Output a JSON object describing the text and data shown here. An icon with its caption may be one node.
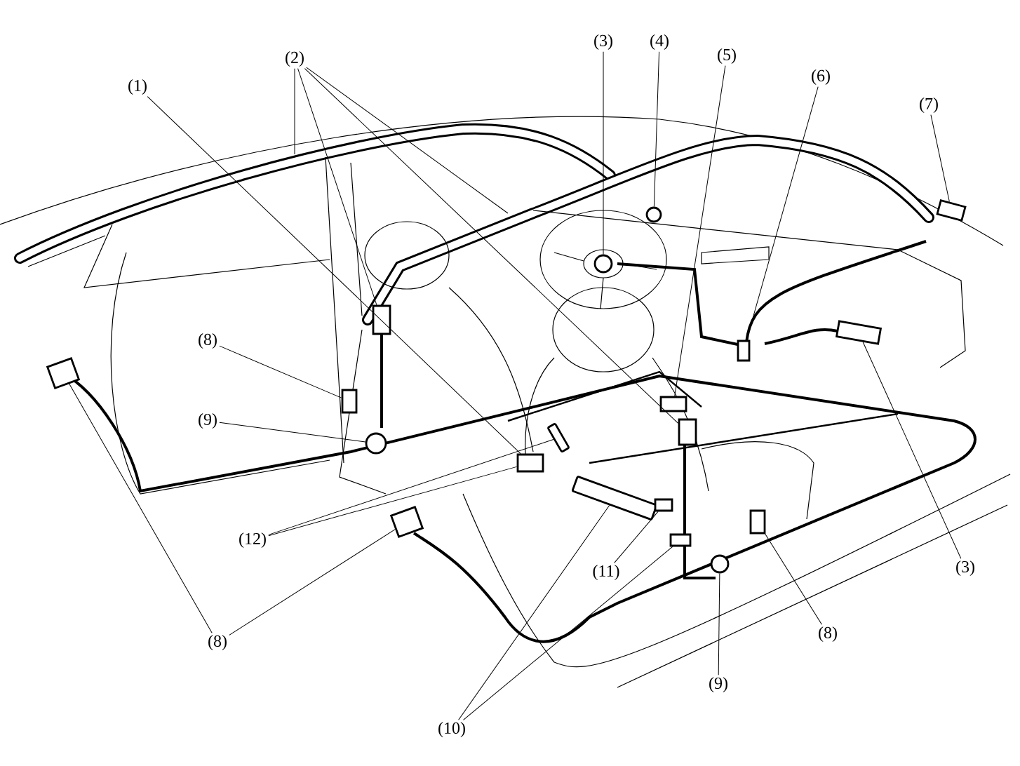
{
  "diagram": {
    "nodes": [
      {
        "text": [
          "(1)"
        ]
      },
      {
        "text": [
          "(2)"
        ]
      },
      {
        "text": [
          "(3)"
        ]
      },
      {
        "text": [
          "(4)"
        ]
      },
      {
        "text": [
          "(5)"
        ]
      },
      {
        "text": [
          "(6)"
        ]
      },
      {
        "text": [
          "(7)"
        ]
      },
      {
        "text": [
          "(8)"
        ]
      },
      {
        "text": [
          "(9)"
        ]
      },
      {
        "text": [
          "(12)"
        ]
      },
      {
        "text": [
          "(8)"
        ]
      },
      {
        "text": [
          "(11)"
        ]
      },
      {
        "text": [
          "(10)"
        ]
      },
      {
        "text": [
          "(9)"
        ]
      },
      {
        "text": [
          "(8)"
        ]
      },
      {
        "text": [
          "(3)"
        ]
      },
      {
        "text": [],
        "shape": "box"
      },
      {
        "text": [],
        "shape": "box"
      },
      {
        "text": [],
        "shape": "bar"
      },
      {
        "text": [],
        "shape": "circle"
      },
      {
        "text": [],
        "shape": "circle"
      },
      {
        "text": [],
        "shape": "box"
      },
      {
        "text": [],
        "shape": "box"
      },
      {
        "text": [],
        "shape": "box"
      },
      {
        "text": [],
        "shape": "box"
      },
      {
        "text": [],
        "shape": "box"
      },
      {
        "text": [],
        "shape": "box"
      },
      {
        "text": [],
        "shape": "circle"
      },
      {
        "text": [],
        "shape": "box"
      },
      {
        "text": [],
        "shape": "box"
      },
      {
        "text": [],
        "shape": "bar"
      },
      {
        "text": [],
        "shape": "box"
      },
      {
        "text": [],
        "shape": "box"
      },
      {
        "text": [],
        "shape": "circle"
      },
      {
        "text": [],
        "shape": "box"
      }
    ],
    "edges": [
      {
        "from": 0,
        "to": 17,
        "arrow": "none"
      },
      {
        "from": 1,
        "to": 16,
        "arrow": "none"
      },
      {
        "from": 1,
        "to": null,
        "arrow": "none"
      },
      {
        "from": 1,
        "to": null,
        "arrow": "none"
      },
      {
        "from": 1,
        "to": 22,
        "arrow": "none"
      },
      {
        "from": 2,
        "to": 19,
        "arrow": "none"
      },
      {
        "from": 3,
        "to": 20,
        "arrow": "none"
      },
      {
        "from": 4,
        "to": 21,
        "arrow": "none"
      },
      {
        "from": 5,
        "to": 23,
        "arrow": "none"
      },
      {
        "from": 6,
        "to": 24,
        "arrow": "none"
      },
      {
        "from": 7,
        "to": 26,
        "arrow": "none"
      },
      {
        "from": 8,
        "to": 27,
        "arrow": "none"
      },
      {
        "from": 9,
        "to": 18,
        "arrow": "none"
      },
      {
        "from": 9,
        "to": 17,
        "arrow": "none"
      },
      {
        "from": 10,
        "to": 28,
        "arrow": "none"
      },
      {
        "from": 10,
        "to": 29,
        "arrow": "none"
      },
      {
        "from": 11,
        "to": 31,
        "arrow": "none"
      },
      {
        "from": 12,
        "to": 30,
        "arrow": "none"
      },
      {
        "from": 12,
        "to": 32,
        "arrow": "none"
      },
      {
        "from": 13,
        "to": 33,
        "arrow": "none"
      },
      {
        "from": 14,
        "to": 34,
        "arrow": "none"
      },
      {
        "from": 15,
        "to": 25,
        "arrow": "none"
      }
    ]
  }
}
